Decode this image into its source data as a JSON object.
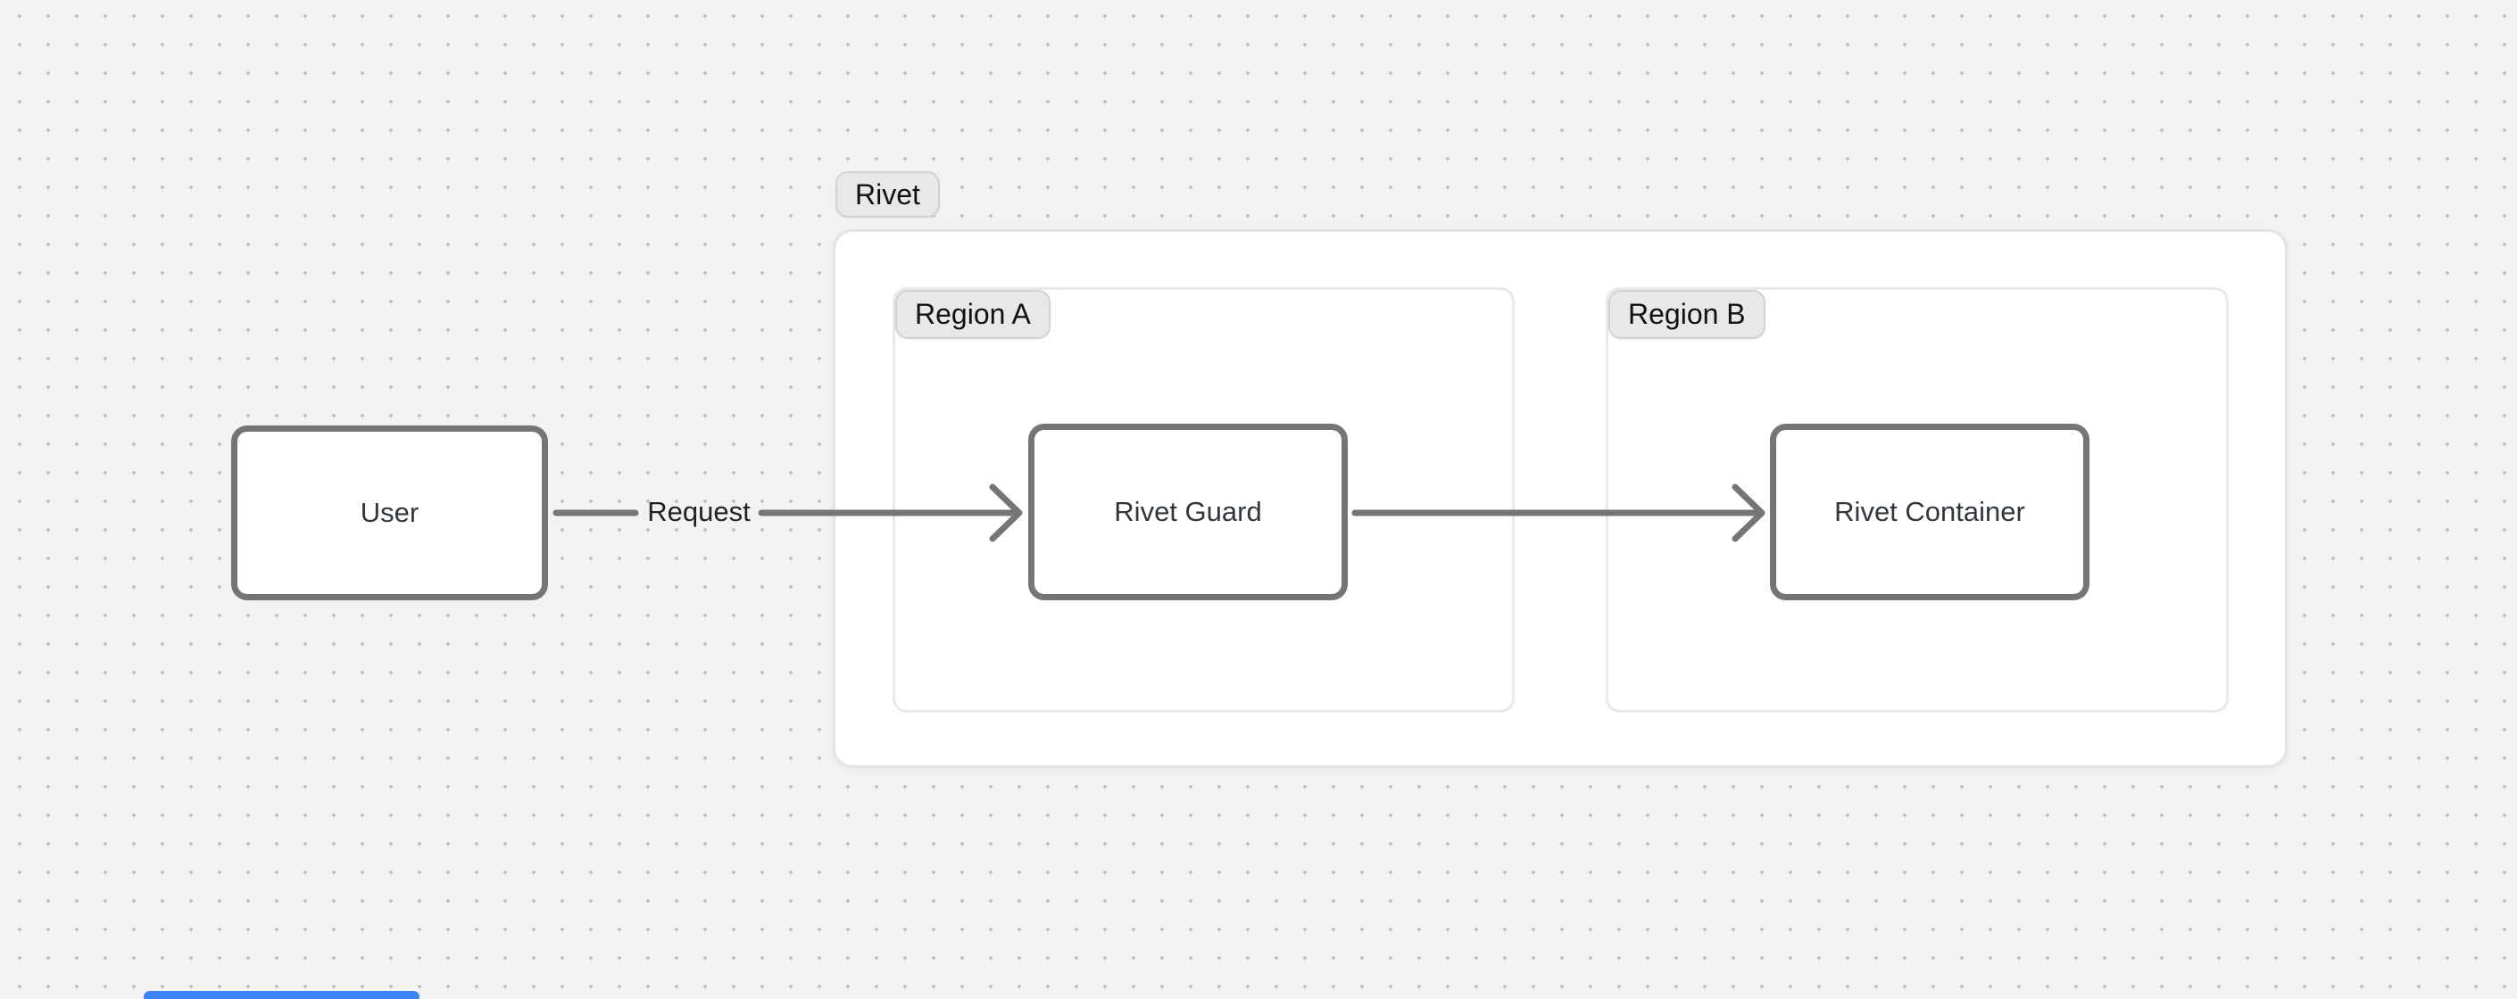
{
  "app": {
    "kind": "diagram-canvas-viewer"
  },
  "diagram": {
    "type": "flow",
    "groups": [
      {
        "id": "rivet",
        "label": "Rivet",
        "children": [
          "region-a",
          "region-b"
        ]
      },
      {
        "id": "region-a",
        "label": "Region A",
        "parent": "rivet"
      },
      {
        "id": "region-b",
        "label": "Region B",
        "parent": "rivet"
      }
    ],
    "nodes": [
      {
        "id": "user",
        "label": "User",
        "group": null
      },
      {
        "id": "rivet-guard",
        "label": "Rivet Guard",
        "group": "region-a"
      },
      {
        "id": "rivet-container",
        "label": "Rivet Container",
        "group": "region-b"
      }
    ],
    "edges": [
      {
        "from": "user",
        "to": "rivet-guard",
        "label": "Request"
      },
      {
        "from": "rivet-guard",
        "to": "rivet-container",
        "label": ""
      }
    ]
  },
  "colors": {
    "canvas_bg": "#f2f2f2",
    "grid_dot": "#bfbfbf",
    "node_border": "#757575",
    "node_bg": "#ffffff",
    "node_text": "#32373c",
    "arrow": "#757575",
    "group_bg": "#ffffff",
    "outer_group_border": "#e3e3e3",
    "inner_group_border": "#e9e9e9",
    "pill_bg": "#e8e8e8",
    "pill_border": "#d2d2d2",
    "pill_text": "#111111",
    "scrollbar_thumb": "#3b82f6"
  }
}
